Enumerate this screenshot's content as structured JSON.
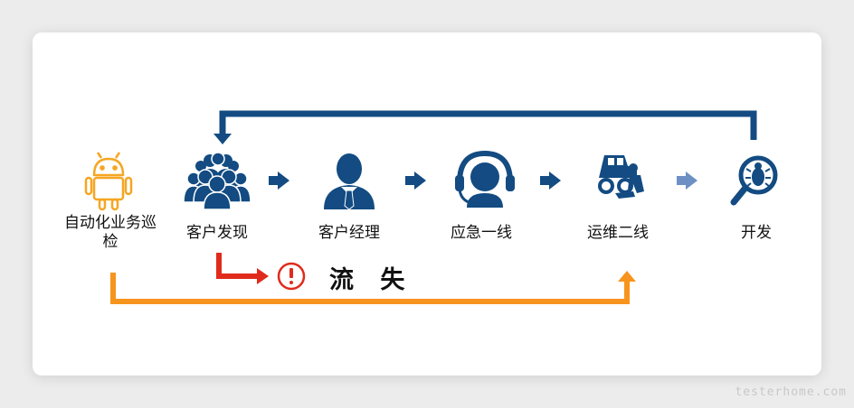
{
  "nodes": [
    {
      "id": "auto",
      "label": "自动化业务巡检",
      "icon": "android-icon"
    },
    {
      "id": "discover",
      "label": "客户发现",
      "icon": "people-group-icon"
    },
    {
      "id": "manager",
      "label": "客户经理",
      "icon": "businessman-icon"
    },
    {
      "id": "first",
      "label": "应急一线",
      "icon": "headset-icon"
    },
    {
      "id": "second",
      "label": "运维二线",
      "icon": "repair-vehicle-icon"
    },
    {
      "id": "dev",
      "label": "开发",
      "icon": "bug-search-icon"
    }
  ],
  "loss": {
    "label": "流 失",
    "icon": "alert-circle-icon"
  },
  "watermark": "testerhome.com",
  "colors": {
    "navy": "#134b82",
    "orange": "#f7941d",
    "red": "#e02b1c",
    "light_blue": "#6d8fc4",
    "android": "#f5a623"
  }
}
